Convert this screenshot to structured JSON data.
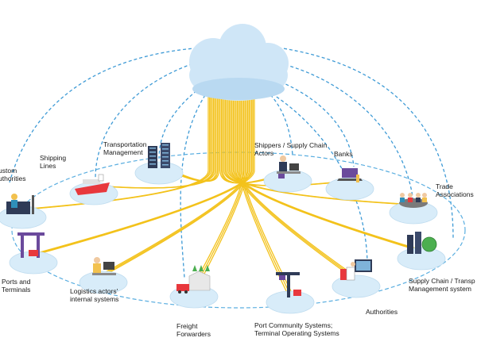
{
  "colors": {
    "cloud": "#cfe6f7",
    "cloud_shadow": "#b9d9f1",
    "dashed_link": "#3f9bd6",
    "ring": "#5aaee0",
    "fiber": "#f3c21b",
    "platform": "#d8ecf9",
    "dark": "#2f3b57",
    "accent_red": "#e8383d",
    "accent_teal": "#2f8fb9",
    "accent_yellow": "#f2c14e",
    "accent_green": "#4caf50",
    "accent_purple": "#6b4a9c"
  },
  "nodes": [
    {
      "id": "custom-authorities",
      "label": [
        "ustom",
        "uthorities"
      ],
      "icon": "office-desk-icon"
    },
    {
      "id": "shipping-lines",
      "label": [
        "Shipping",
        "Lines"
      ],
      "icon": "ship-icon"
    },
    {
      "id": "transportation-management",
      "label": [
        "Transportation",
        "Management"
      ],
      "icon": "server-rack-icon"
    },
    {
      "id": "shippers",
      "label": [
        "Shippers / Supply Chain",
        "Actors"
      ],
      "icon": "person-desk-icon"
    },
    {
      "id": "banks",
      "label": [
        "Banks"
      ],
      "icon": "laptop-icon"
    },
    {
      "id": "trade-associations",
      "label": [
        "Trade",
        "Associations"
      ],
      "icon": "meeting-table-icon"
    },
    {
      "id": "supply-chain-management",
      "label": [
        "Supply Chain / Transp",
        "Management system"
      ],
      "icon": "server-globe-icon"
    },
    {
      "id": "authorities",
      "label": [
        "Authorities"
      ],
      "icon": "documents-icon"
    },
    {
      "id": "port-community-systems",
      "label": [
        "Port Community Systems;",
        "Terminal Operating Systems"
      ],
      "icon": "crane-icon"
    },
    {
      "id": "freight-forwarders",
      "label": [
        "Freight",
        "Forwarders"
      ],
      "icon": "warehouse-truck-icon"
    },
    {
      "id": "logistics-actors",
      "label": [
        "Logistics actors'",
        "internal systems"
      ],
      "icon": "person-computer-icon"
    },
    {
      "id": "ports-terminals",
      "label": [
        "Ports and",
        "Terminals"
      ],
      "icon": "port-crane-icon"
    }
  ]
}
